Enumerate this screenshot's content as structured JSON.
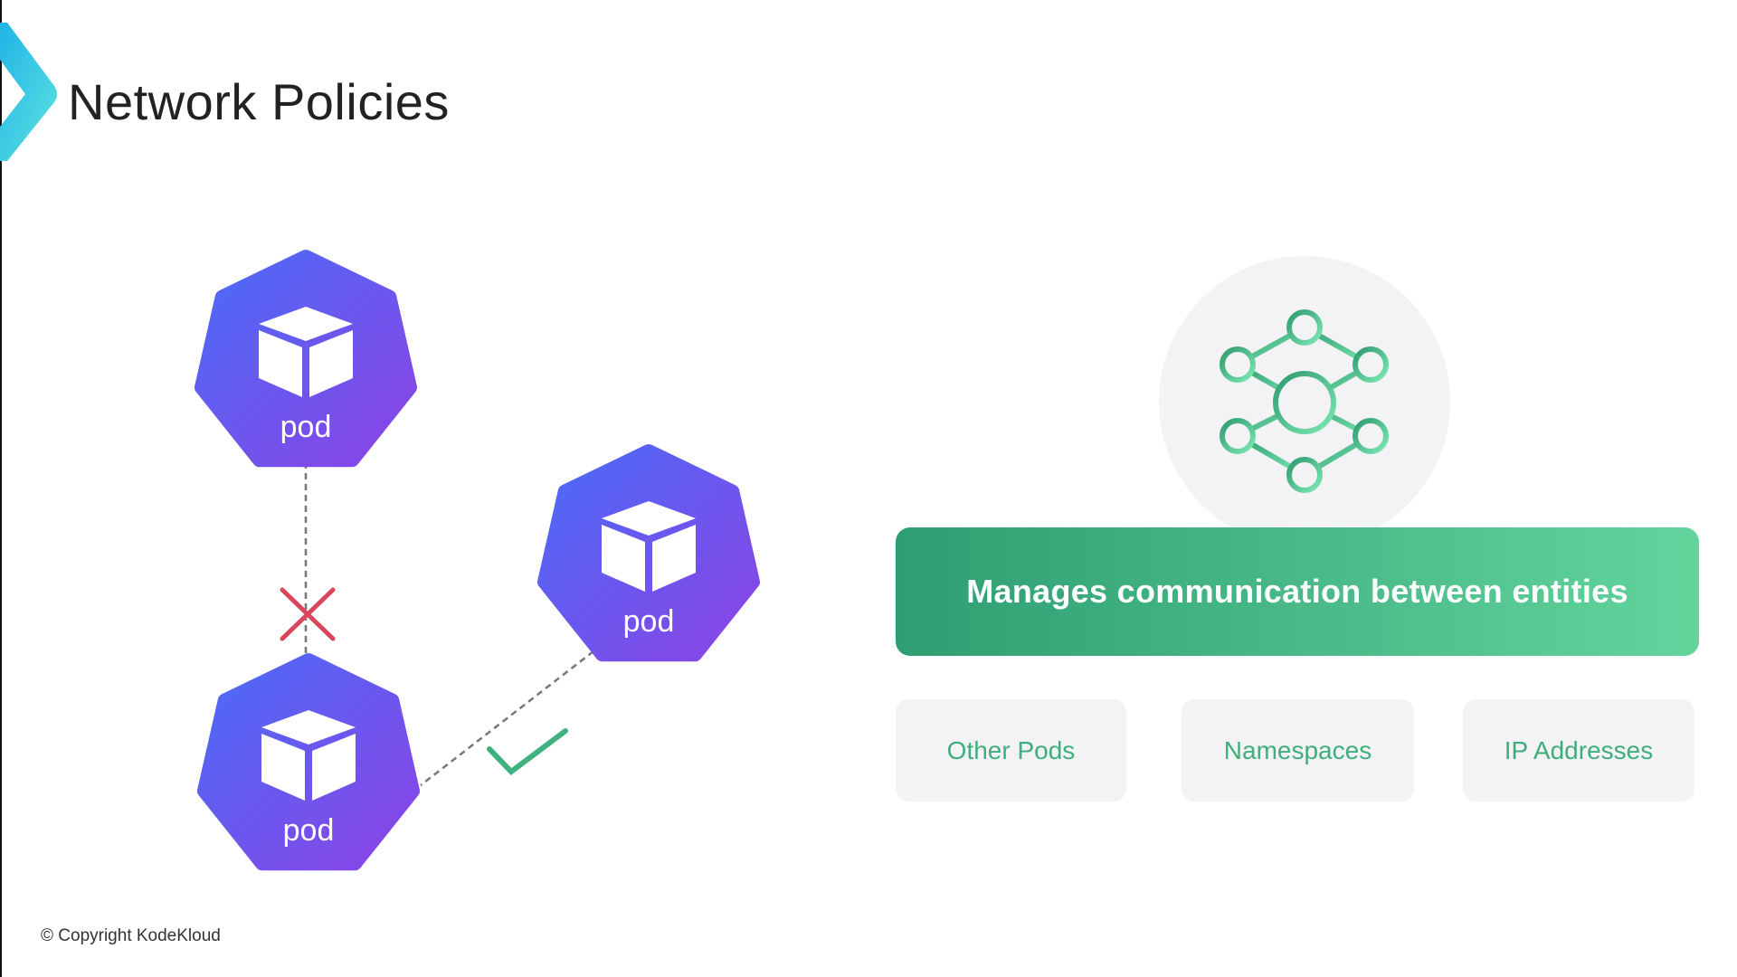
{
  "title": "Network Policies",
  "copyright": "© Copyright KodeKloud",
  "pods": [
    {
      "label": "pod"
    },
    {
      "label": "pod"
    },
    {
      "label": "pod"
    }
  ],
  "connections": [
    {
      "from": "pod-top",
      "to": "pod-bottom",
      "status": "blocked",
      "color": "#d9455a"
    },
    {
      "from": "pod-right",
      "to": "pod-bottom",
      "status": "allowed",
      "color": "#3fb27f"
    }
  ],
  "network_icon": "network-hexagon-icon",
  "banner": {
    "text": "Manages communication between entities"
  },
  "entities": [
    "Other Pods",
    "Namespaces",
    "IP Addresses"
  ],
  "colors": {
    "pod_start": "#4a6cf6",
    "pod_end": "#8b43e6",
    "accent_green": "#3fb27f"
  }
}
